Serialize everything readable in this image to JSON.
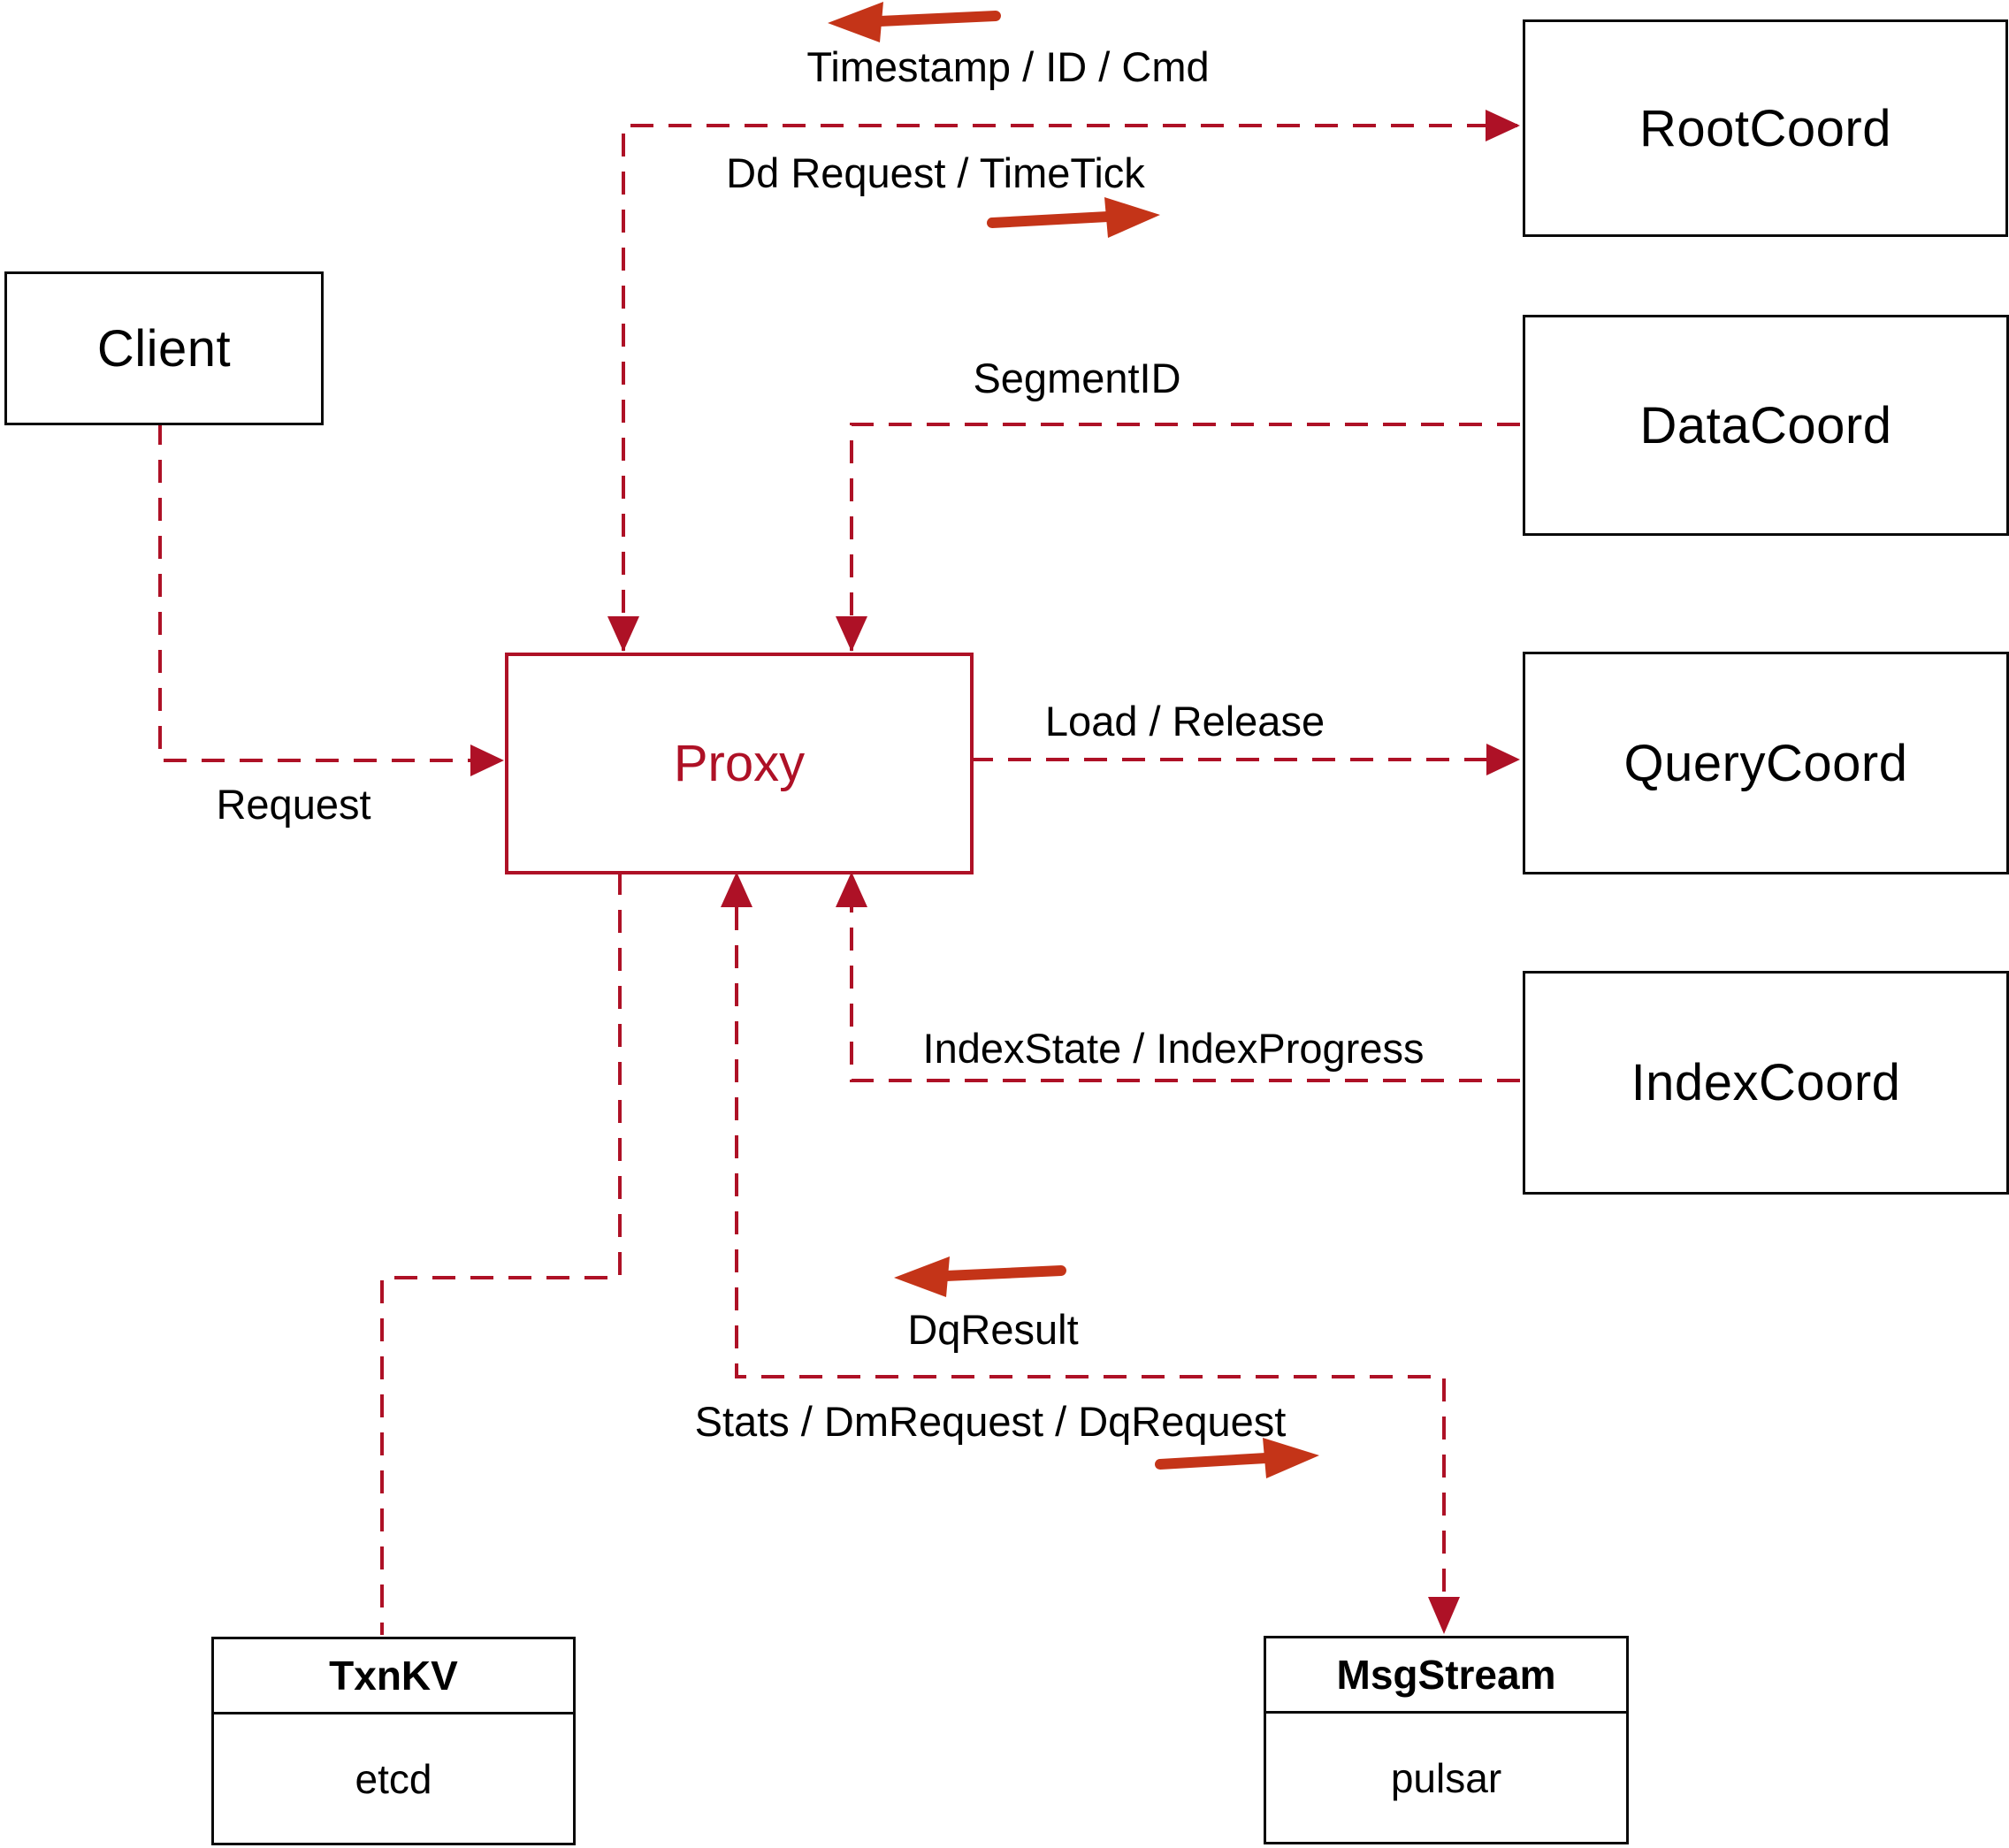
{
  "diagram": {
    "title_hint": "Milvus proxy architecture diagram",
    "nodes": {
      "client": {
        "label": "Client"
      },
      "proxy": {
        "label": "Proxy"
      },
      "root_coord": {
        "label": "RootCoord"
      },
      "data_coord": {
        "label": "DataCoord"
      },
      "query_coord": {
        "label": "QueryCoord"
      },
      "index_coord": {
        "label": "IndexCoord"
      },
      "txn_kv": {
        "title": "TxnKV",
        "subtitle": "etcd"
      },
      "msg_stream": {
        "title": "MsgStream",
        "subtitle": "pulsar"
      }
    },
    "edge_labels": {
      "timestamp": "Timestamp / ID / Cmd",
      "dd_request": "Dd Request / TimeTick",
      "segment_id": "SegmentID",
      "request": "Request",
      "load_release": "Load / Release",
      "index_state": "IndexState / IndexProgress",
      "dq_result": "DqResult",
      "stats": "Stats / DmRequest / DqRequest"
    },
    "colors": {
      "dashed_edge": "#AE1126",
      "proxy_accent": "#AE1126",
      "solid_arrow": "#C43418",
      "node_border": "#0A0A0A",
      "text": "#000000",
      "background": "#FFFFFF"
    }
  }
}
